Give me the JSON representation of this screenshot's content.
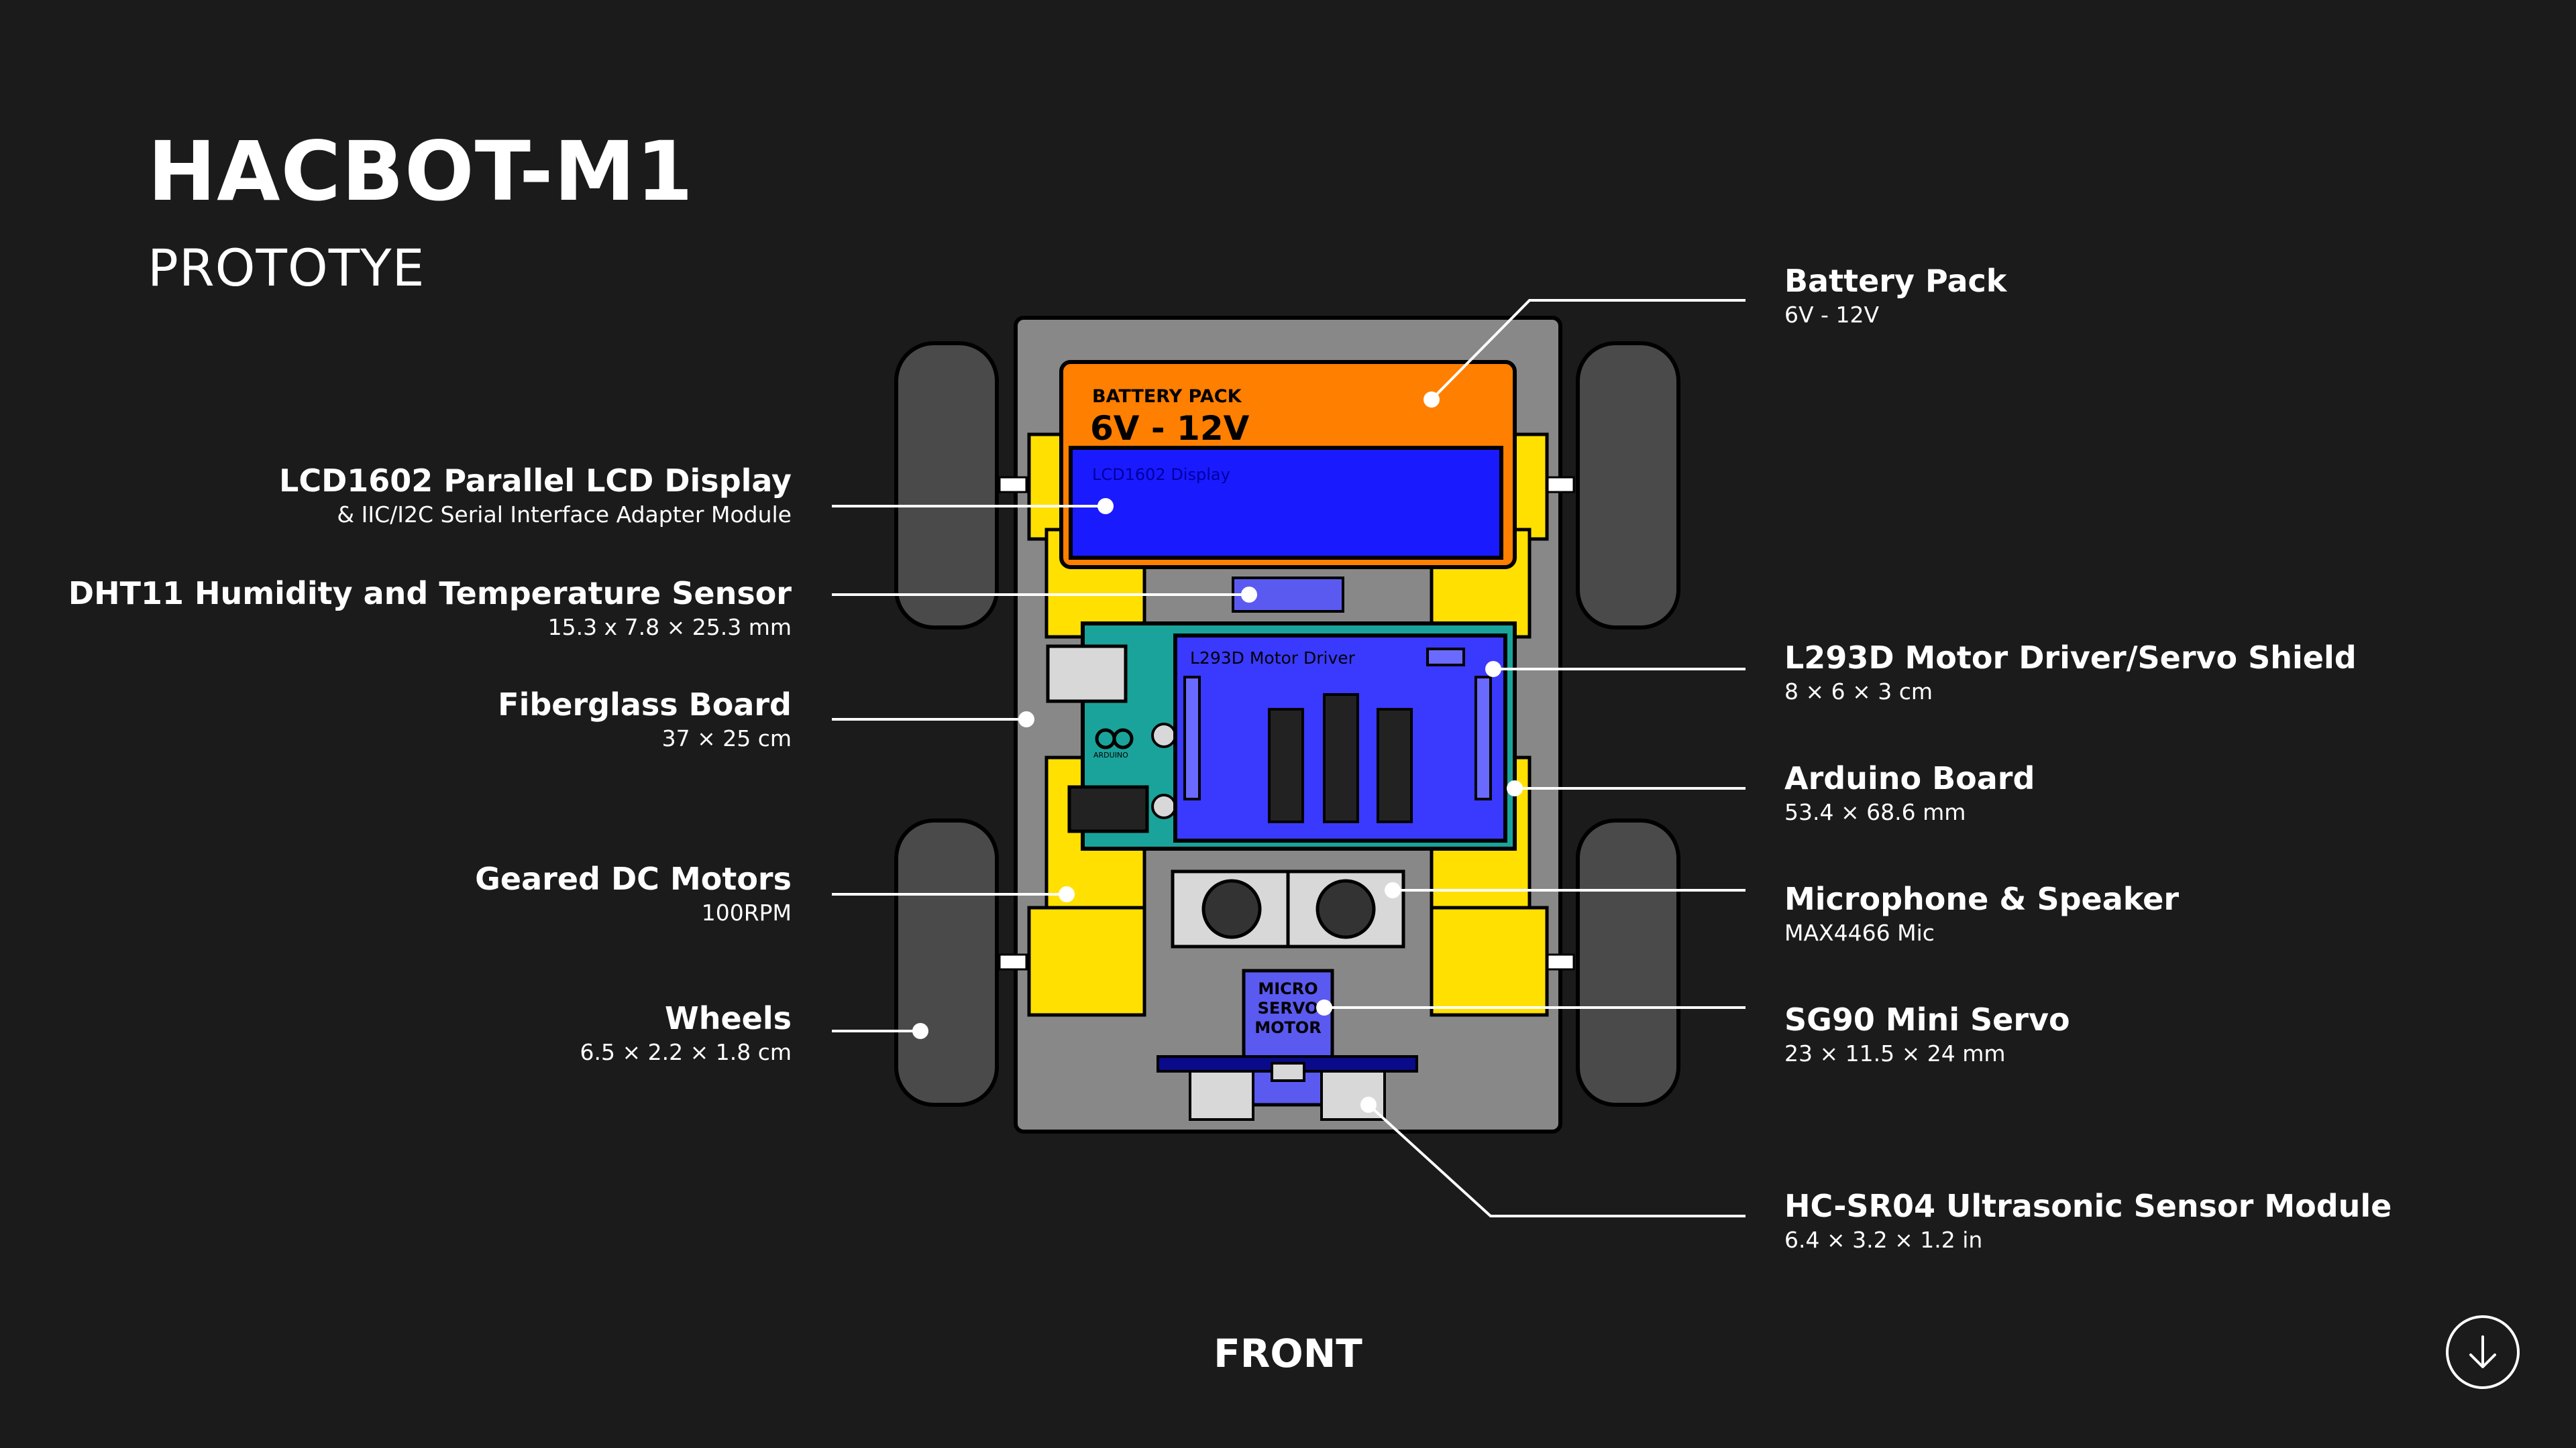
{
  "header": {
    "title": "HACBOT-M1",
    "subtitle": "PROTOTYE"
  },
  "diagram_text": {
    "battery_small": "BATTERY PACK",
    "battery_big": "6V - 12V",
    "lcd": "LCD1602 Display",
    "driver": "L293D Motor Driver",
    "arduino_logo": "ARDUINO",
    "servo_line1": "MICRO",
    "servo_line2": "SERVO",
    "servo_line3": "MOTOR"
  },
  "labels_left": [
    {
      "name": "LCD1602 Parallel LCD Display",
      "spec": "& IIC/I2C Serial Interface Adapter Module"
    },
    {
      "name": "DHT11 Humidity and Temperature Sensor",
      "spec": "15.3 x  7.8 × 25.3 mm"
    },
    {
      "name": "Fiberglass Board",
      "spec": "37 × 25 cm"
    },
    {
      "name": "Geared DC Motors",
      "spec": "100RPM"
    },
    {
      "name": "Wheels",
      "spec": "6.5 × 2.2 × 1.8 cm"
    }
  ],
  "labels_right": [
    {
      "name": "Battery Pack",
      "spec": "6V - 12V"
    },
    {
      "name": "L293D Motor Driver/Servo Shield",
      "spec": "8 × 6 × 3 cm"
    },
    {
      "name": "Arduino Board",
      "spec": "53.4 × 68.6 mm"
    },
    {
      "name": "Microphone & Speaker",
      "spec": "MAX4466 Mic"
    },
    {
      "name": "SG90 Mini Servo",
      "spec": "23 × 11.5 × 24 mm"
    },
    {
      "name": "HC-SR04 Ultrasonic Sensor Module",
      "spec": "6.4 × 3.2 × 1.2 in"
    }
  ],
  "footer": {
    "front_label": "FRONT"
  },
  "icons": {
    "scroll": "arrow-down-circle-icon"
  },
  "colors": {
    "background": "#1b1b1b",
    "board": "#888888",
    "battery": "#ff7f00",
    "lcd": "#1a1aff",
    "motor": "#ffe000",
    "wheel": "#4a4a4a",
    "arduino": "#1aa39b",
    "shield": "#3a3aff",
    "servo": "#5a5af0"
  }
}
